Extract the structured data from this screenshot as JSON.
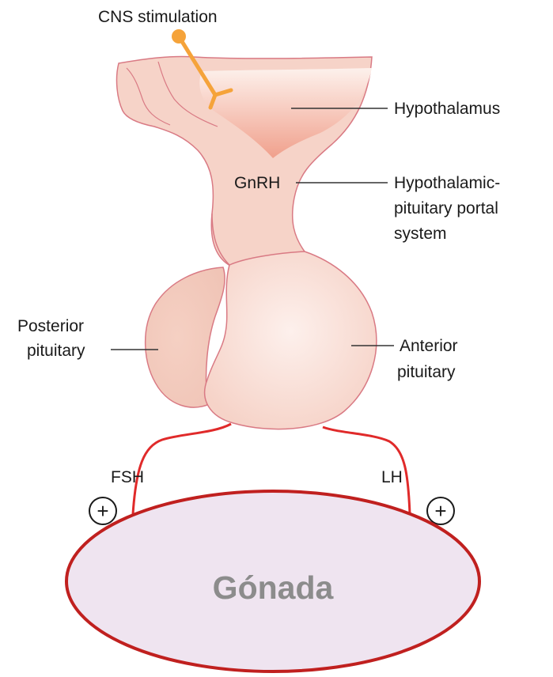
{
  "labels": {
    "cns_stimulation": "CNS stimulation",
    "hypothalamus": "Hypothalamus",
    "gnrh": "GnRH",
    "portal_line1": "Hypothalamic-",
    "portal_line2": "pituitary portal",
    "portal_line3": "system",
    "posterior_line1": "Posterior",
    "posterior_line2": "pituitary",
    "anterior_line1": "Anterior",
    "anterior_line2": "pituitary",
    "fsh": "FSH",
    "lh": "LH",
    "plus_left": "+",
    "plus_right": "+",
    "gonad": "Gónada"
  },
  "colors": {
    "tissue_fill": "#f6d3c8",
    "tissue_stroke": "#d97a84",
    "hypothalamus_shade": "#f0a08c",
    "neuron": "#f5a33a",
    "hormone_path": "#e02a2a",
    "gonad_fill": "#efe4f0",
    "gonad_stroke": "#c0201f"
  }
}
